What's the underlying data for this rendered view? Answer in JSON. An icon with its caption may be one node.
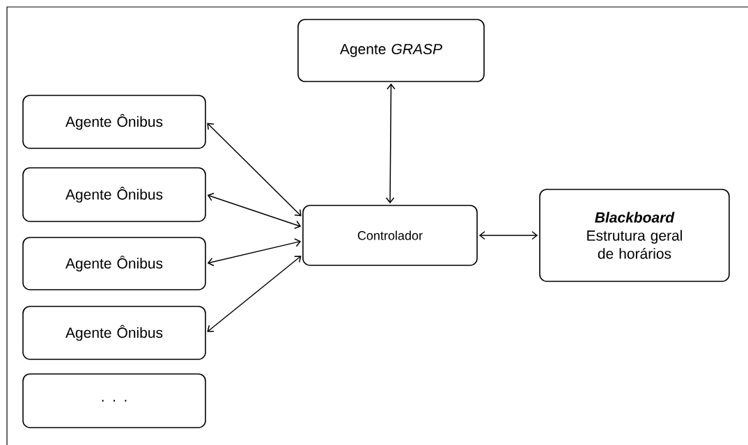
{
  "diagram": {
    "nodes": [
      {
        "text": [
          "Agente *GRASP*"
        ]
      },
      {
        "text": [
          "Agente Ônibus"
        ]
      },
      {
        "text": [
          "Agente Ônibus"
        ]
      },
      {
        "text": [
          "Agente Ônibus"
        ]
      },
      {
        "text": [
          "Agente Ônibus"
        ]
      },
      {
        "text": [
          ". . ."
        ]
      },
      {
        "text": [
          "Controlador"
        ]
      },
      {
        "text": [
          "Blackboard",
          "Estrutura geral de horários"
        ]
      }
    ],
    "edges": [
      {
        "from": 6,
        "to": 0,
        "arrow": "both"
      },
      {
        "from": 1,
        "to": 6,
        "arrow": "both"
      },
      {
        "from": 2,
        "to": 6,
        "arrow": "both"
      },
      {
        "from": 3,
        "to": 6,
        "arrow": "both"
      },
      {
        "from": 4,
        "to": 6,
        "arrow": "both"
      },
      {
        "from": 6,
        "to": 7,
        "arrow": "both"
      }
    ]
  }
}
